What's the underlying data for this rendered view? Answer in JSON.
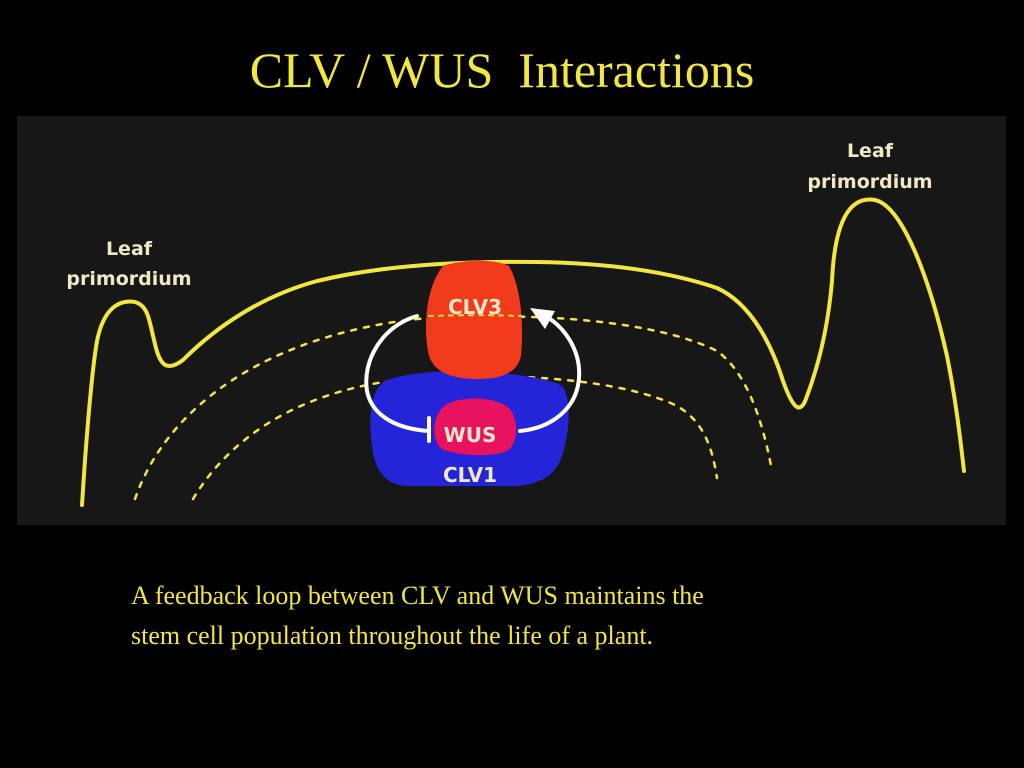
{
  "slide": {
    "title": "CLV / WUS  Interactions",
    "caption_lines": [
      "A feedback loop between CLV and WUS maintains the",
      "stem cell population throughout the life of a plant."
    ]
  },
  "diagram": {
    "labels": {
      "leaf_left_line1": "Leaf",
      "leaf_left_line2": "primordium",
      "leaf_right_line1": "Leaf",
      "leaf_right_line2": "primordium",
      "clv3": "CLV3",
      "wus": "WUS",
      "clv1": "CLV1"
    },
    "colors": {
      "outline": "#f2e640",
      "label": "#f2e8c8",
      "clv3_zone": "#f23a1c",
      "clv1_zone": "#2424d8",
      "wus_zone": "#e8125e",
      "feedback_arrow": "#ffffff",
      "background": "#161716"
    }
  }
}
